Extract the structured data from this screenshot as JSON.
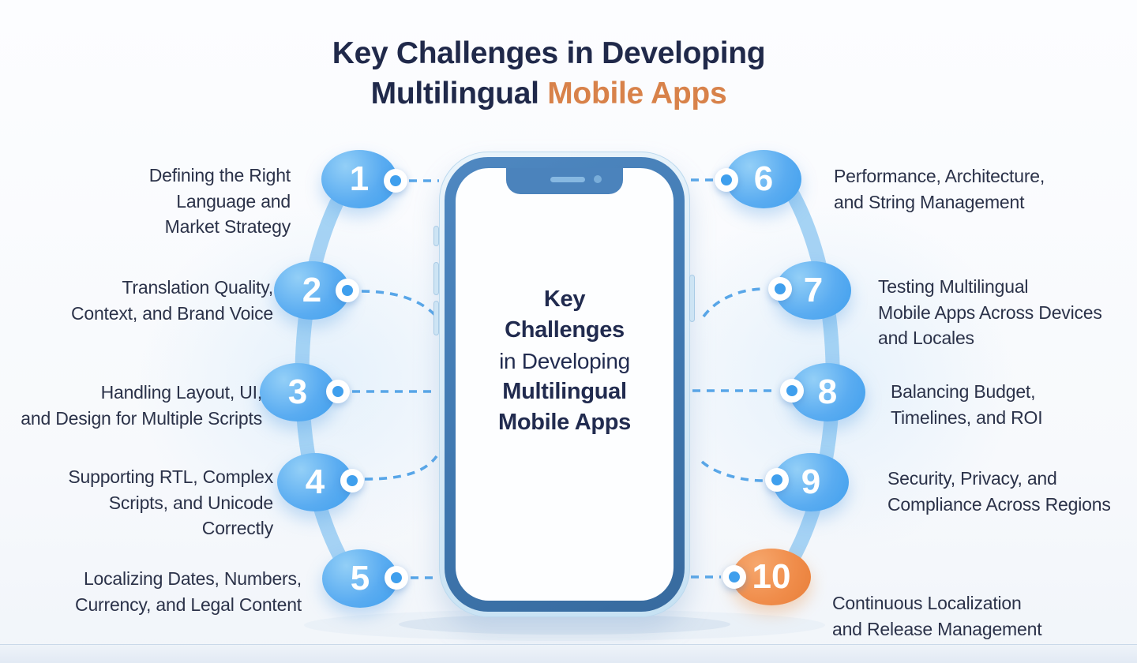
{
  "title": {
    "line1": "Key Challenges in Developing",
    "line2_part1": "Multilingual",
    "line2_part2": "Mobile Apps"
  },
  "phone": {
    "screen_lines": [
      "Key",
      "Challenges",
      "in Developing",
      "Multilingual",
      "Mobile Apps"
    ]
  },
  "items_left": [
    {
      "number": "1",
      "lines": [
        "Defining the Right",
        "Language and",
        "Market Strategy"
      ]
    },
    {
      "number": "2",
      "lines": [
        "Translation Quality,",
        "Context, and Brand Voice"
      ]
    },
    {
      "number": "3",
      "lines": [
        "Handling Layout, UI,",
        "and Design for Multiple Scripts"
      ]
    },
    {
      "number": "4",
      "lines": [
        "Supporting RTL, Complex",
        "Scripts, and Unicode",
        "Correctly"
      ]
    },
    {
      "number": "5",
      "lines": [
        "Localizing Dates, Numbers,",
        "Currency, and Legal Content"
      ]
    }
  ],
  "items_right": [
    {
      "number": "6",
      "lines": [
        "Performance, Architecture,",
        "and String Management"
      ]
    },
    {
      "number": "7",
      "lines": [
        "Testing Multilingual",
        "Mobile Apps Across Devices",
        "and Locales"
      ]
    },
    {
      "number": "8",
      "lines": [
        "Balancing Budget,",
        "Timelines, and ROI"
      ]
    },
    {
      "number": "9",
      "lines": [
        "Security, Privacy, and",
        "Compliance Across Regions"
      ]
    },
    {
      "number": "10",
      "lines": [
        "Continuous Localization",
        "and Release Management"
      ]
    }
  ],
  "colors": {
    "title_navy": "#20294a",
    "accent_orange": "#d8824a",
    "bubble_blue": "#3f9fed",
    "bubble_orange": "#f08d4b",
    "phone_frame_blue": "#3f78b0",
    "item_text": "#2b3249"
  }
}
